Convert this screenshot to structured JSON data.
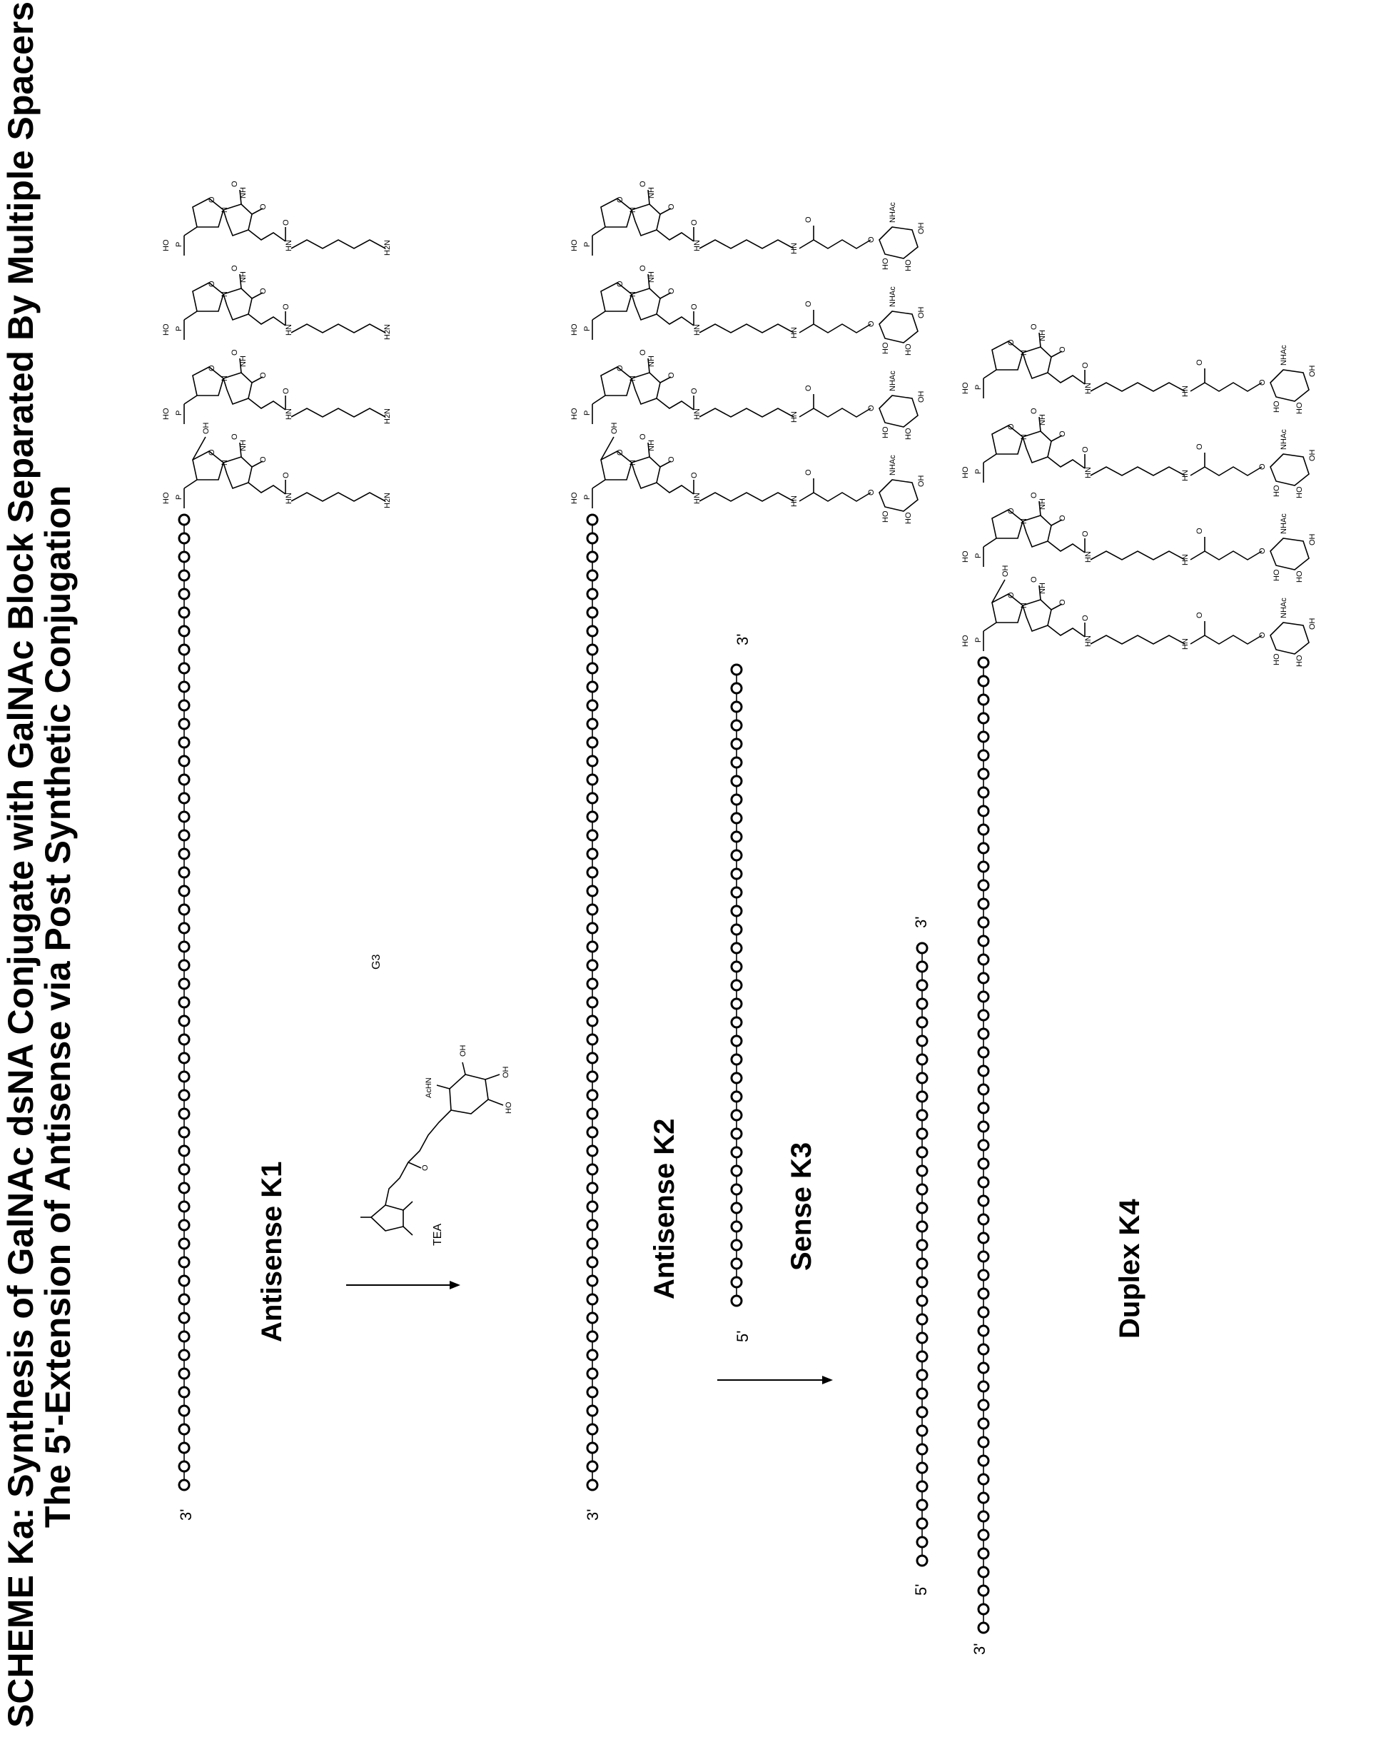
{
  "title": {
    "line1": "SCHEME Ka: Synthesis of GalNAc dsNA Conjugate with GalNAc Block Separated By Multiple Spacers On",
    "line2": "The 5'-Extension of Antisense via Post Synthetic Conjugation"
  },
  "labels": {
    "antisense_k1": "Antisense K1",
    "antisense_k2": "Antisense K2",
    "sense_k3": "Sense K3",
    "duplex_k4": "Duplex K4",
    "reagent_g3": "G3",
    "reagent_tea": "TEA"
  },
  "ends": {
    "three_prime": "3'",
    "five_prime": "5'"
  },
  "atoms": {
    "oh": "OH",
    "ho": "HO",
    "nh": "NH",
    "o": "O",
    "n": "N",
    "p": "P",
    "hn": "HN",
    "h2n": "H2N",
    "nhac": "NHAc",
    "achn": "AcHN"
  }
}
